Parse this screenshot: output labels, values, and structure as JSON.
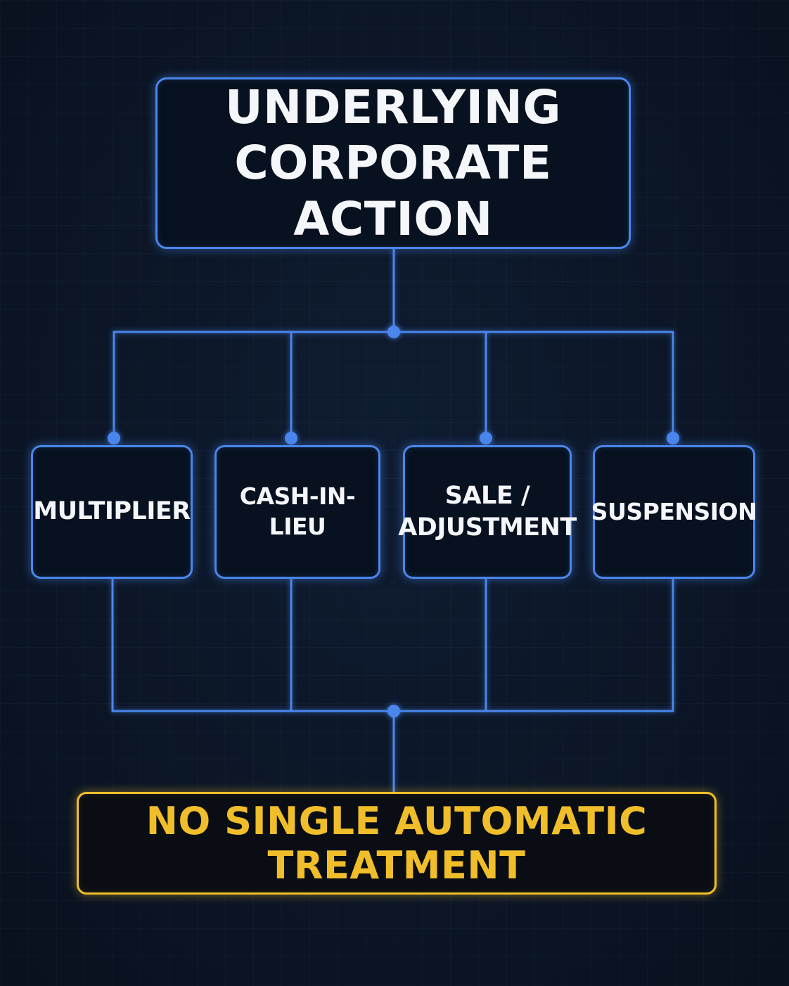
{
  "colors": {
    "background": "#0c1626",
    "connector": "#4a86ec",
    "box_border": "#4a86ec",
    "result_border": "#f0be2a",
    "result_text": "#f0be2a",
    "text": "#f4f6fa"
  },
  "root": {
    "label": "UNDERLYING\nCORPORATE ACTION"
  },
  "outcomes": [
    {
      "label": "MULTIPLIER"
    },
    {
      "label": "CASH-IN-LIEU"
    },
    {
      "label": "SALE /\nADJUSTMENT"
    },
    {
      "label": "SUSPENSION"
    }
  ],
  "result": {
    "label": "NO SINGLE AUTOMATIC TREATMENT"
  }
}
